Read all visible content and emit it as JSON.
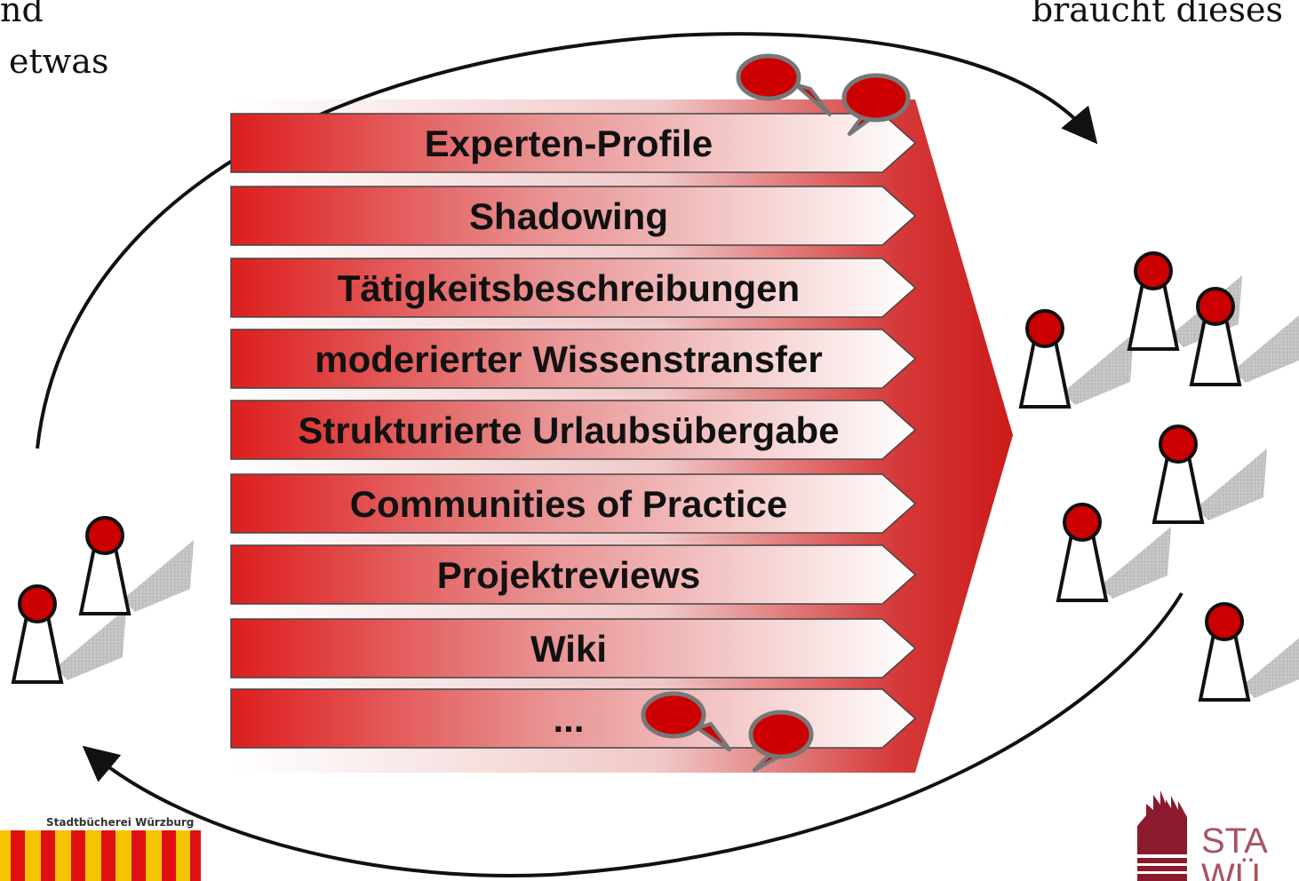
{
  "top_left_text": [
    "nd",
    "etwas"
  ],
  "top_right_text": "braucht dieses",
  "methods": [
    "Experten-Profile",
    "Shadowing",
    "Tätigkeitsbeschreibungen",
    "moderierter Wissenstransfer",
    "Strukturierte Urlaubsübergabe",
    "Communities of Practice",
    "Projektreviews",
    "Wiki",
    "..."
  ],
  "logo_left": {
    "label": "Stadtbücherei Würzburg",
    "colors": [
      "#f5c400",
      "#e01010"
    ]
  },
  "logo_right": {
    "text": [
      "STA",
      "WÜ"
    ],
    "color": "#8b1a2e"
  },
  "colors": {
    "accent": "#dd1e1e",
    "bubble": "#cc0000",
    "figure_head": "#cc0000",
    "outline": "#444444"
  }
}
